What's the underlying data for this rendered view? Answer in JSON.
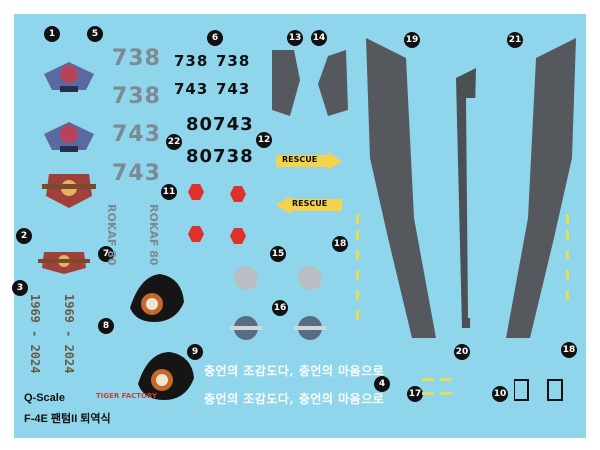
{
  "markers": [
    "1",
    "2",
    "3",
    "4",
    "5",
    "6",
    "7",
    "8",
    "9",
    "10",
    "11",
    "12",
    "13",
    "14",
    "15",
    "16",
    "17",
    "18",
    "18",
    "19",
    "20",
    "21",
    "22"
  ],
  "numbers_gray": [
    "738",
    "738",
    "743",
    "743"
  ],
  "numbers_black_row1": [
    "738",
    "738"
  ],
  "numbers_black_row2": [
    "743",
    "743"
  ],
  "serials": [
    "80743",
    "80738"
  ],
  "rokaf": [
    "ROKAF 80",
    "ROKAF 80"
  ],
  "years": [
    "1969 - 2024",
    "1969 - 2024"
  ],
  "rescue": [
    "RESCUE",
    "RESCUE"
  ],
  "hangul": [
    "충언의 조감도다, 충언의 마음으로",
    "충언의 조감도다, 충언의 마음으로"
  ],
  "credit": {
    "brand": "Q-Scale",
    "product": "F-4E 팬텀II 퇴역식",
    "maker": "TIGER FACTORY"
  },
  "colors": {
    "sheet": "#8fd6ec",
    "gray": "#7c8a94",
    "panel": "#55595d",
    "red": "#e0302a",
    "yellow": "#e6dd57"
  }
}
